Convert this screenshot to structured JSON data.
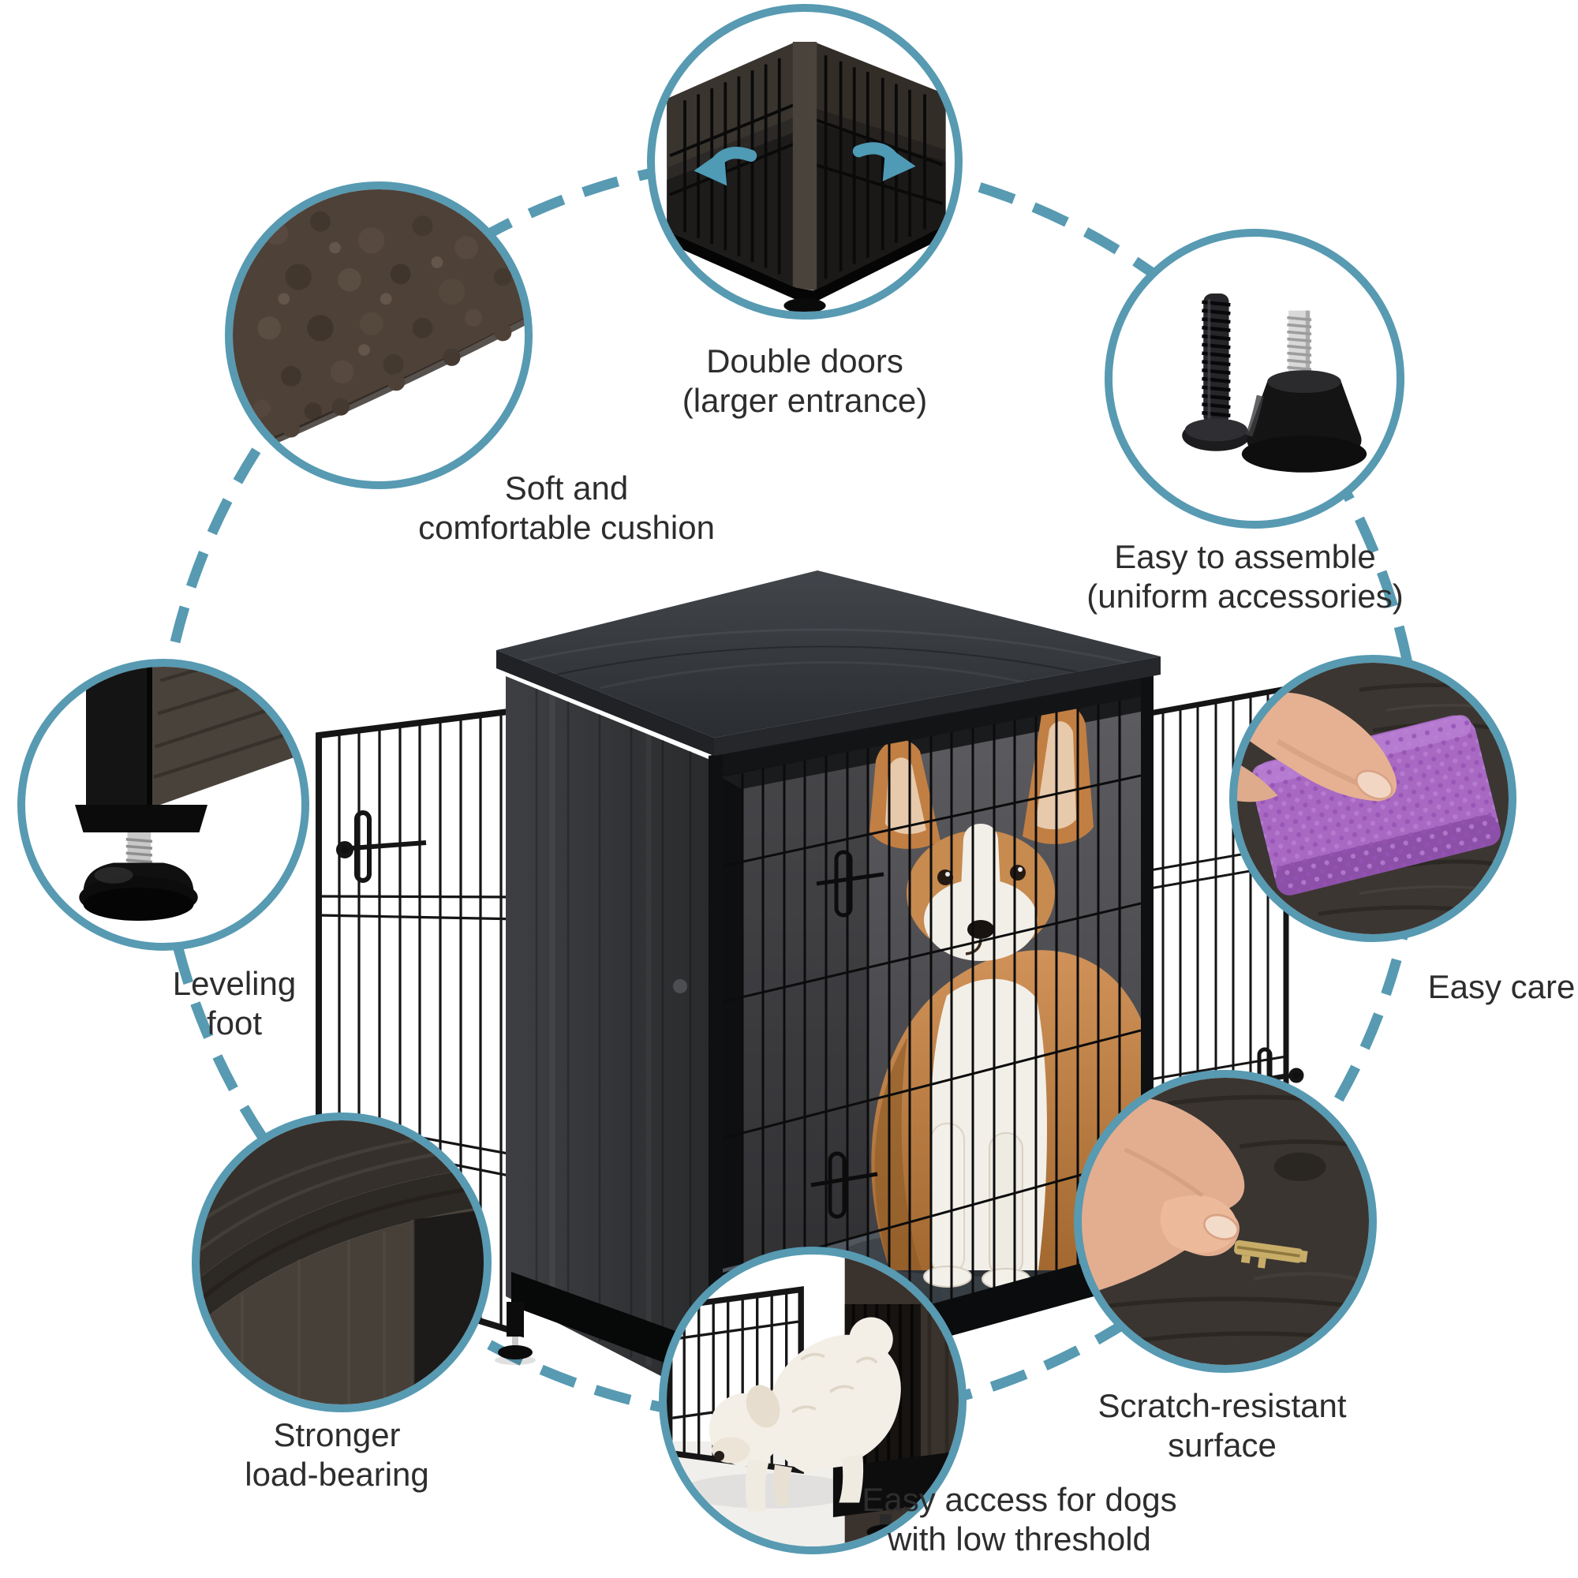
{
  "theme": {
    "accent_teal": "#579ab2",
    "text_color": "#2d2d2d",
    "background": "#ffffff",
    "wood_dark": "#3a3d40",
    "cushion_gray": "#4e545b",
    "corgi_orange": "#c78a4f",
    "towel_purple": "#a869c3"
  },
  "images": {
    "hero": "dog-crate-furniture-with-corgi-photo",
    "ring": "dashed-connector-ring"
  },
  "callouts": [
    {
      "id": "double-doors",
      "icon": "double-doors-open-photo",
      "line1": "Double doors",
      "line2": "(larger entrance)"
    },
    {
      "id": "soft-cushion",
      "icon": "plush-cushion-closeup-photo",
      "line1": "Soft and",
      "line2": "comfortable cushion"
    },
    {
      "id": "easy-assemble",
      "icon": "screw-and-leveling-foot-photo",
      "line1": "Easy to assemble",
      "line2": "(uniform accessories)"
    },
    {
      "id": "leveling-foot",
      "icon": "leveling-foot-closeup-photo",
      "line1": "Leveling",
      "line2": "foot"
    },
    {
      "id": "easy-care",
      "icon": "wiping-towel-photo",
      "line1": "Easy care",
      "line2": ""
    },
    {
      "id": "load-bearing",
      "icon": "wood-corner-closeup-photo",
      "line1": "Stronger",
      "line2": "load-bearing"
    },
    {
      "id": "scratch-resistant",
      "icon": "scratch-test-key-photo",
      "line1": "Scratch-resistant",
      "line2": "surface"
    },
    {
      "id": "low-threshold",
      "icon": "dog-entering-crate-photo",
      "line1": "Easy access for dogs",
      "line2": "with low threshold"
    }
  ]
}
